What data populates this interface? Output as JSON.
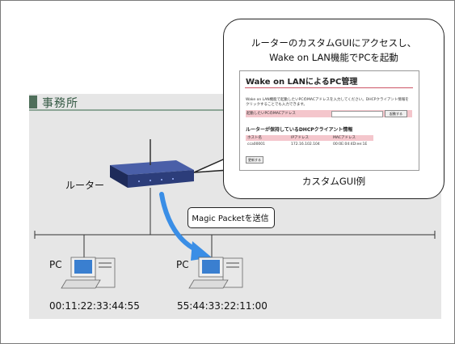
{
  "office": {
    "title": "事務所"
  },
  "router": {
    "label": "ルーター"
  },
  "pcs": [
    {
      "label": "PC",
      "mac": "00:11:22:33:44:55"
    },
    {
      "label": "PC",
      "mac": "55:44:33:22:11:00"
    }
  ],
  "callout": {
    "title_line1": "ルーターのカスタムGUIにアクセスし、",
    "title_line2": "Wake on LAN機能でPCを起動",
    "caption": "カスタムGUI例"
  },
  "mock_gui": {
    "title": "Wake on LANによるPC管理",
    "description": "Wake on LAN機能で起動したいPCのMACアドレスを入力してください。DHCPクライアント情報をクリックすることでも入力できます。",
    "input_label": "起動したいPCのMACアドレス",
    "button_label": "起動する",
    "subtitle": "ルーターが保持しているDHCPクライアント情報",
    "table_headers": [
      "ホスト名",
      "IPアドレス",
      "MACアドレス"
    ],
    "table_row": [
      "cca00001",
      "172.16.102.104",
      "00:0E:04:4D:ee:1E"
    ],
    "refresh_label": "更新する"
  },
  "magic_packet": {
    "label": "Magic Packetを送信"
  },
  "colors": {
    "office_bg": "#e6e6e6",
    "office_accent": "#4f6f5a",
    "router_body": "#2c3d7a",
    "arrow": "#3a8ee6",
    "gui_accent": "#f4c6cc"
  }
}
